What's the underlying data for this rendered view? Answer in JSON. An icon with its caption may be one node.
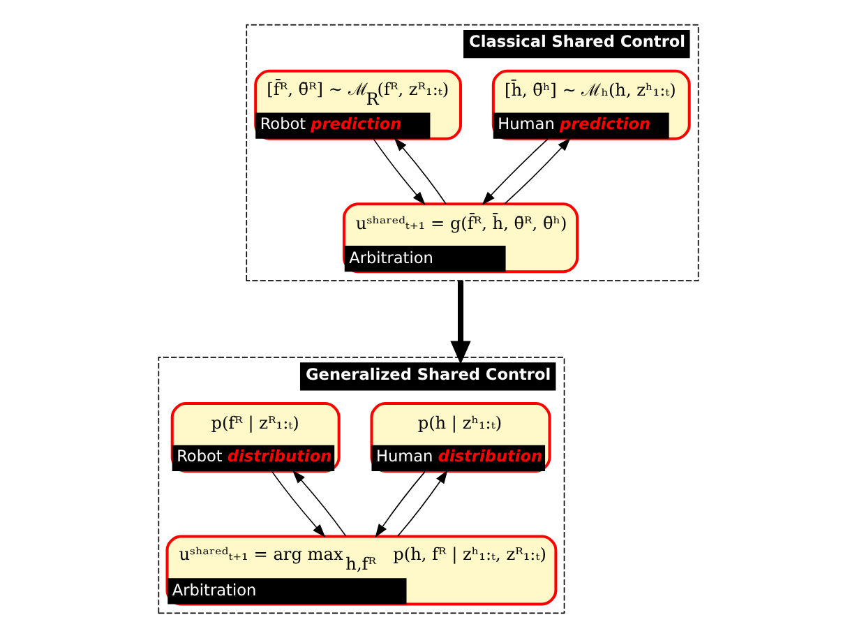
{
  "diagram": {
    "nodes": [
      {
        "text": [
          "Classical Shared Control"
        ]
      },
      {
        "text": [
          "[h̄, θ̄ʰ] ∼ ℳₕ(h, zʰ₁:ₜ)",
          "Human *prediction*"
        ],
        "in": 0
      },
      {
        "text": [
          "uˢʰᵃʳᵉᵈₜ₊₁ = g(f̄ᴿ, h̄, θ̄ᴿ, θ̄ʰ)",
          "Arbitration"
        ],
        "in": 0
      },
      {
        "text": [
          "[f̄ᴿ, θ̄ᴿ] ∼ ℳ$_{R}$(fᴿ, zᴿ₁:ₜ)",
          "Robot *prediction*"
        ],
        "in": 0
      },
      {
        "text": [
          "Generalized Shared Control"
        ]
      },
      {
        "text": [
          "p(h | zʰ₁:ₜ)",
          "Human *distribution*"
        ],
        "in": 4
      },
      {
        "text": [
          "uˢʰᵃʳᵉᵈₜ₊₁ = arg max$_{h,fᴿ}$ p(h, fᴿ | zʰ₁:ₜ, zᴿ₁:ₜ)",
          "Arbitration"
        ],
        "in": 4
      },
      {
        "text": [
          "p(fᴿ | zᴿ₁:ₜ)",
          "Robot *distribution*"
        ],
        "in": 4
      }
    ],
    "edges": [
      {
        "from": 2,
        "to": 1,
        "arrow": "to"
      },
      {
        "from": 1,
        "to": 2,
        "arrow": "to"
      },
      {
        "from": 3,
        "to": 2,
        "arrow": "to"
      },
      {
        "from": 2,
        "to": 3,
        "arrow": "to"
      },
      {
        "from": 0,
        "to": 4,
        "arrow": "to",
        "style": "thick"
      },
      {
        "from": 6,
        "to": 5,
        "arrow": "to"
      },
      {
        "from": 5,
        "to": 6,
        "arrow": "to"
      },
      {
        "from": 7,
        "to": 6,
        "arrow": "to"
      },
      {
        "from": 6,
        "to": 7,
        "arrow": "to"
      }
    ]
  }
}
